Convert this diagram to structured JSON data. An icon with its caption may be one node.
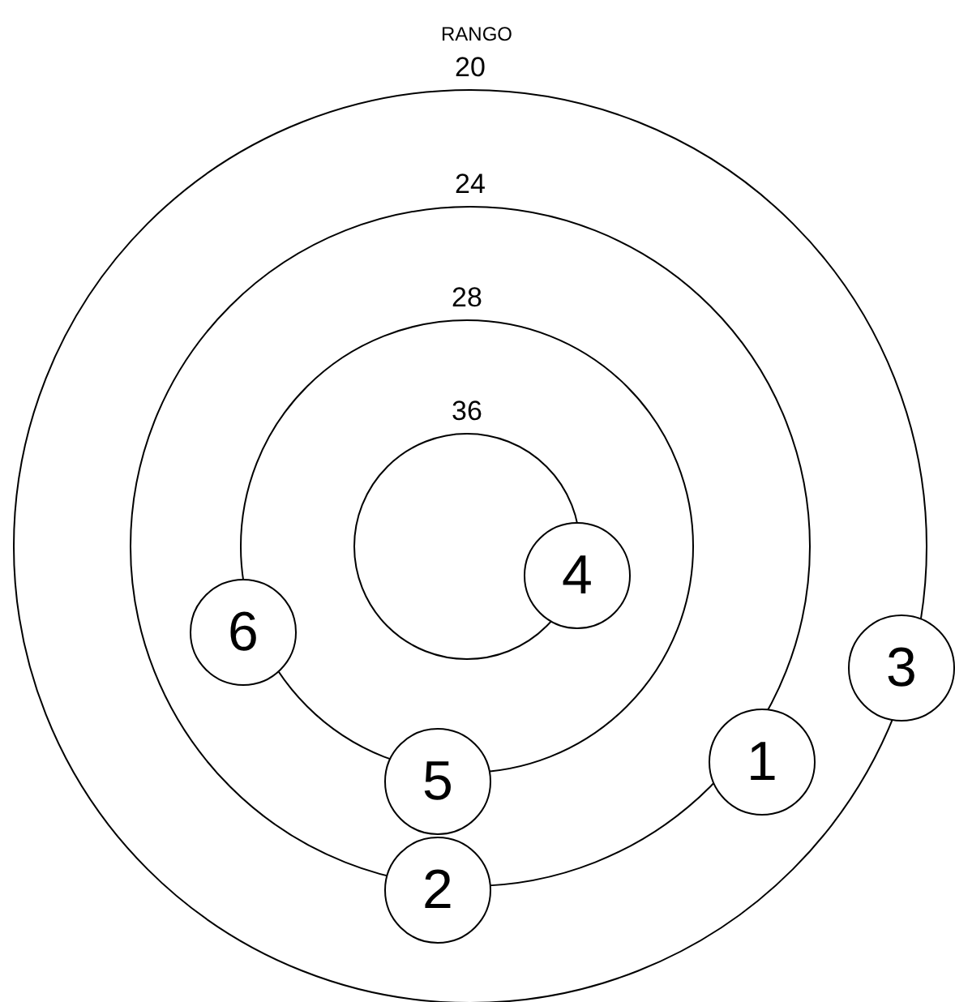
{
  "diagram": {
    "nodes": [
      {
        "text": [
          "20"
        ]
      },
      {
        "text": [
          "24"
        ],
        "in": 0
      },
      {
        "text": [
          "28"
        ],
        "in": 1
      },
      {
        "text": [
          "36"
        ],
        "in": 2
      },
      {
        "text": [
          "4"
        ],
        "in": 2
      },
      {
        "text": [
          "6"
        ],
        "in": 1
      },
      {
        "text": [
          "3"
        ]
      },
      {
        "text": [
          "1"
        ],
        "in": 1
      },
      {
        "text": [
          "5"
        ],
        "in": 1
      },
      {
        "text": [
          "2"
        ],
        "in": 0
      }
    ],
    "labels": [
      "RANGO"
    ]
  }
}
